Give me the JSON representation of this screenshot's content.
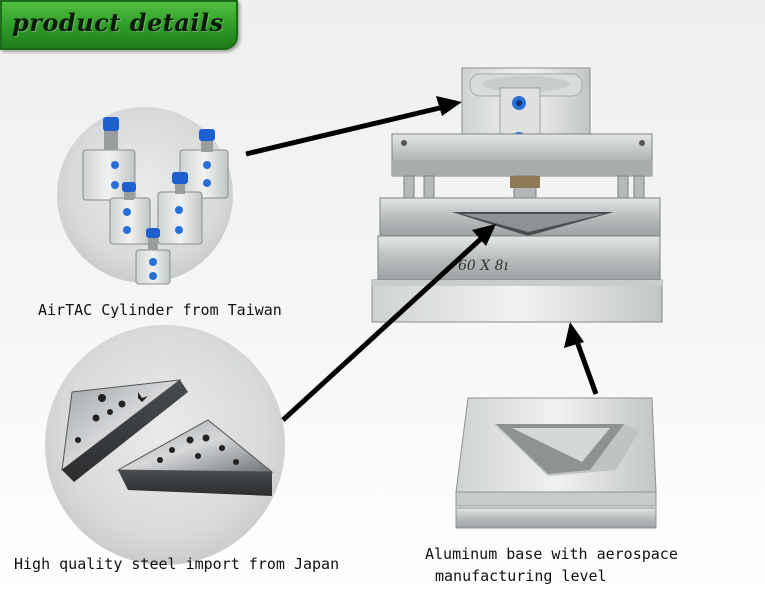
{
  "header": {
    "title": "product details"
  },
  "captions": {
    "cylinder": "AirTAC Cylinder from Taiwan",
    "steel": "High quality steel import from Japan",
    "base_line1": "Aluminum base with aerospace",
    "base_line2": "manufacturing level"
  },
  "die_marking": "60 X 8ı",
  "colors": {
    "header_green": "#2f9a28",
    "arrow": "#000000"
  }
}
